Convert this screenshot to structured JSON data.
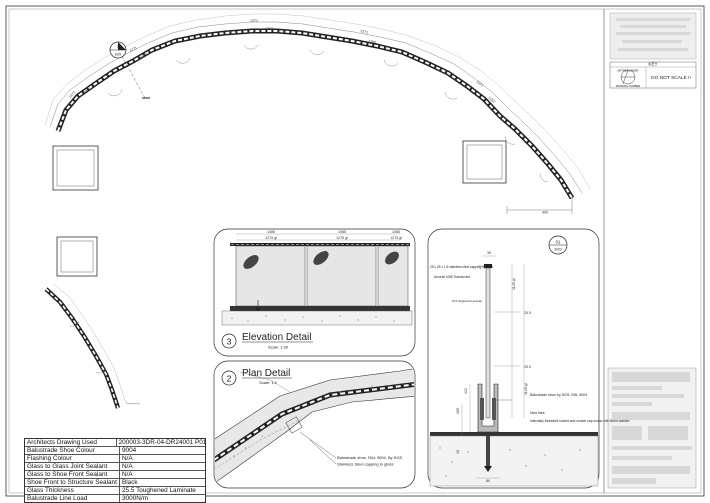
{
  "title_block": {
    "key_title": "KEY",
    "note": "DO NOT SCALE !!",
    "metric_label": "METRE NUMBER",
    "drawing_label": "DRAWING NUMBER"
  },
  "callout_main": {
    "top": "1",
    "bottom": "E09"
  },
  "callout_section": {
    "top": "01",
    "bottom": "E09"
  },
  "details": {
    "elevation": {
      "number": "3",
      "title": "Elevation Detail",
      "scale": "Scale: 1:30"
    },
    "plan": {
      "number": "2",
      "title": "Plan Detail",
      "scale": "Scale: 1:2"
    }
  },
  "plan_dims": {
    "d1": "1271",
    "d2": "1293",
    "d3": "1271",
    "d4": "1260",
    "d5": "1271",
    "d6": "1262",
    "d7": "1271",
    "d8": "1260",
    "d9": "1271",
    "d10": "1262",
    "d11": "400"
  },
  "elevation_dims": {
    "a": "1085",
    "b": "1275 gl",
    "c": "1085",
    "d": "1275 gl",
    "e": "1085",
    "f": "1275 gl"
  },
  "plan_notes": {
    "shoe": "Balustrade shoe. RAL 9004. By SGS",
    "capping": "Stainless Steel capping to glass"
  },
  "section_notes": {
    "capping": "25 x 25 x 1.5 stainless steel capping by SGS",
    "gasket": "Amorail 1096 Translucent",
    "glass": "25.5 Toughened Laminate",
    "shoe": "Balustrade shoe by SGS. RAL 9004",
    "tiles": "New tiles",
    "socket": "Internally threaded socket and socket cap screw with 8mm washer",
    "h1": "1149 gl",
    "h2": "1149 gl",
    "t1": "25.5",
    "t2": "25.5",
    "w1": "35",
    "b1": "121",
    "b2": "165",
    "b3": "10",
    "b4": "80"
  },
  "spec_table": [
    {
      "label": "Architects Drawing Used",
      "value": "200003-3DR-04-DR24001 P01"
    },
    {
      "label": "Balustrade Shoe Colour",
      "value": "9004"
    },
    {
      "label": "Flashing Colour",
      "value": "N/A"
    },
    {
      "label": "Glass to Glass Joint Sealant",
      "value": "N/A"
    },
    {
      "label": "Glass to Shoe Front Sealant",
      "value": "N/A"
    },
    {
      "label": "Shoe Front to Structure Sealant",
      "value": "Black"
    },
    {
      "label": "Glass Thickness",
      "value": "25.5 Toughened Laminate"
    },
    {
      "label": "Balustrade Line Load",
      "value": "3000N/m"
    }
  ]
}
